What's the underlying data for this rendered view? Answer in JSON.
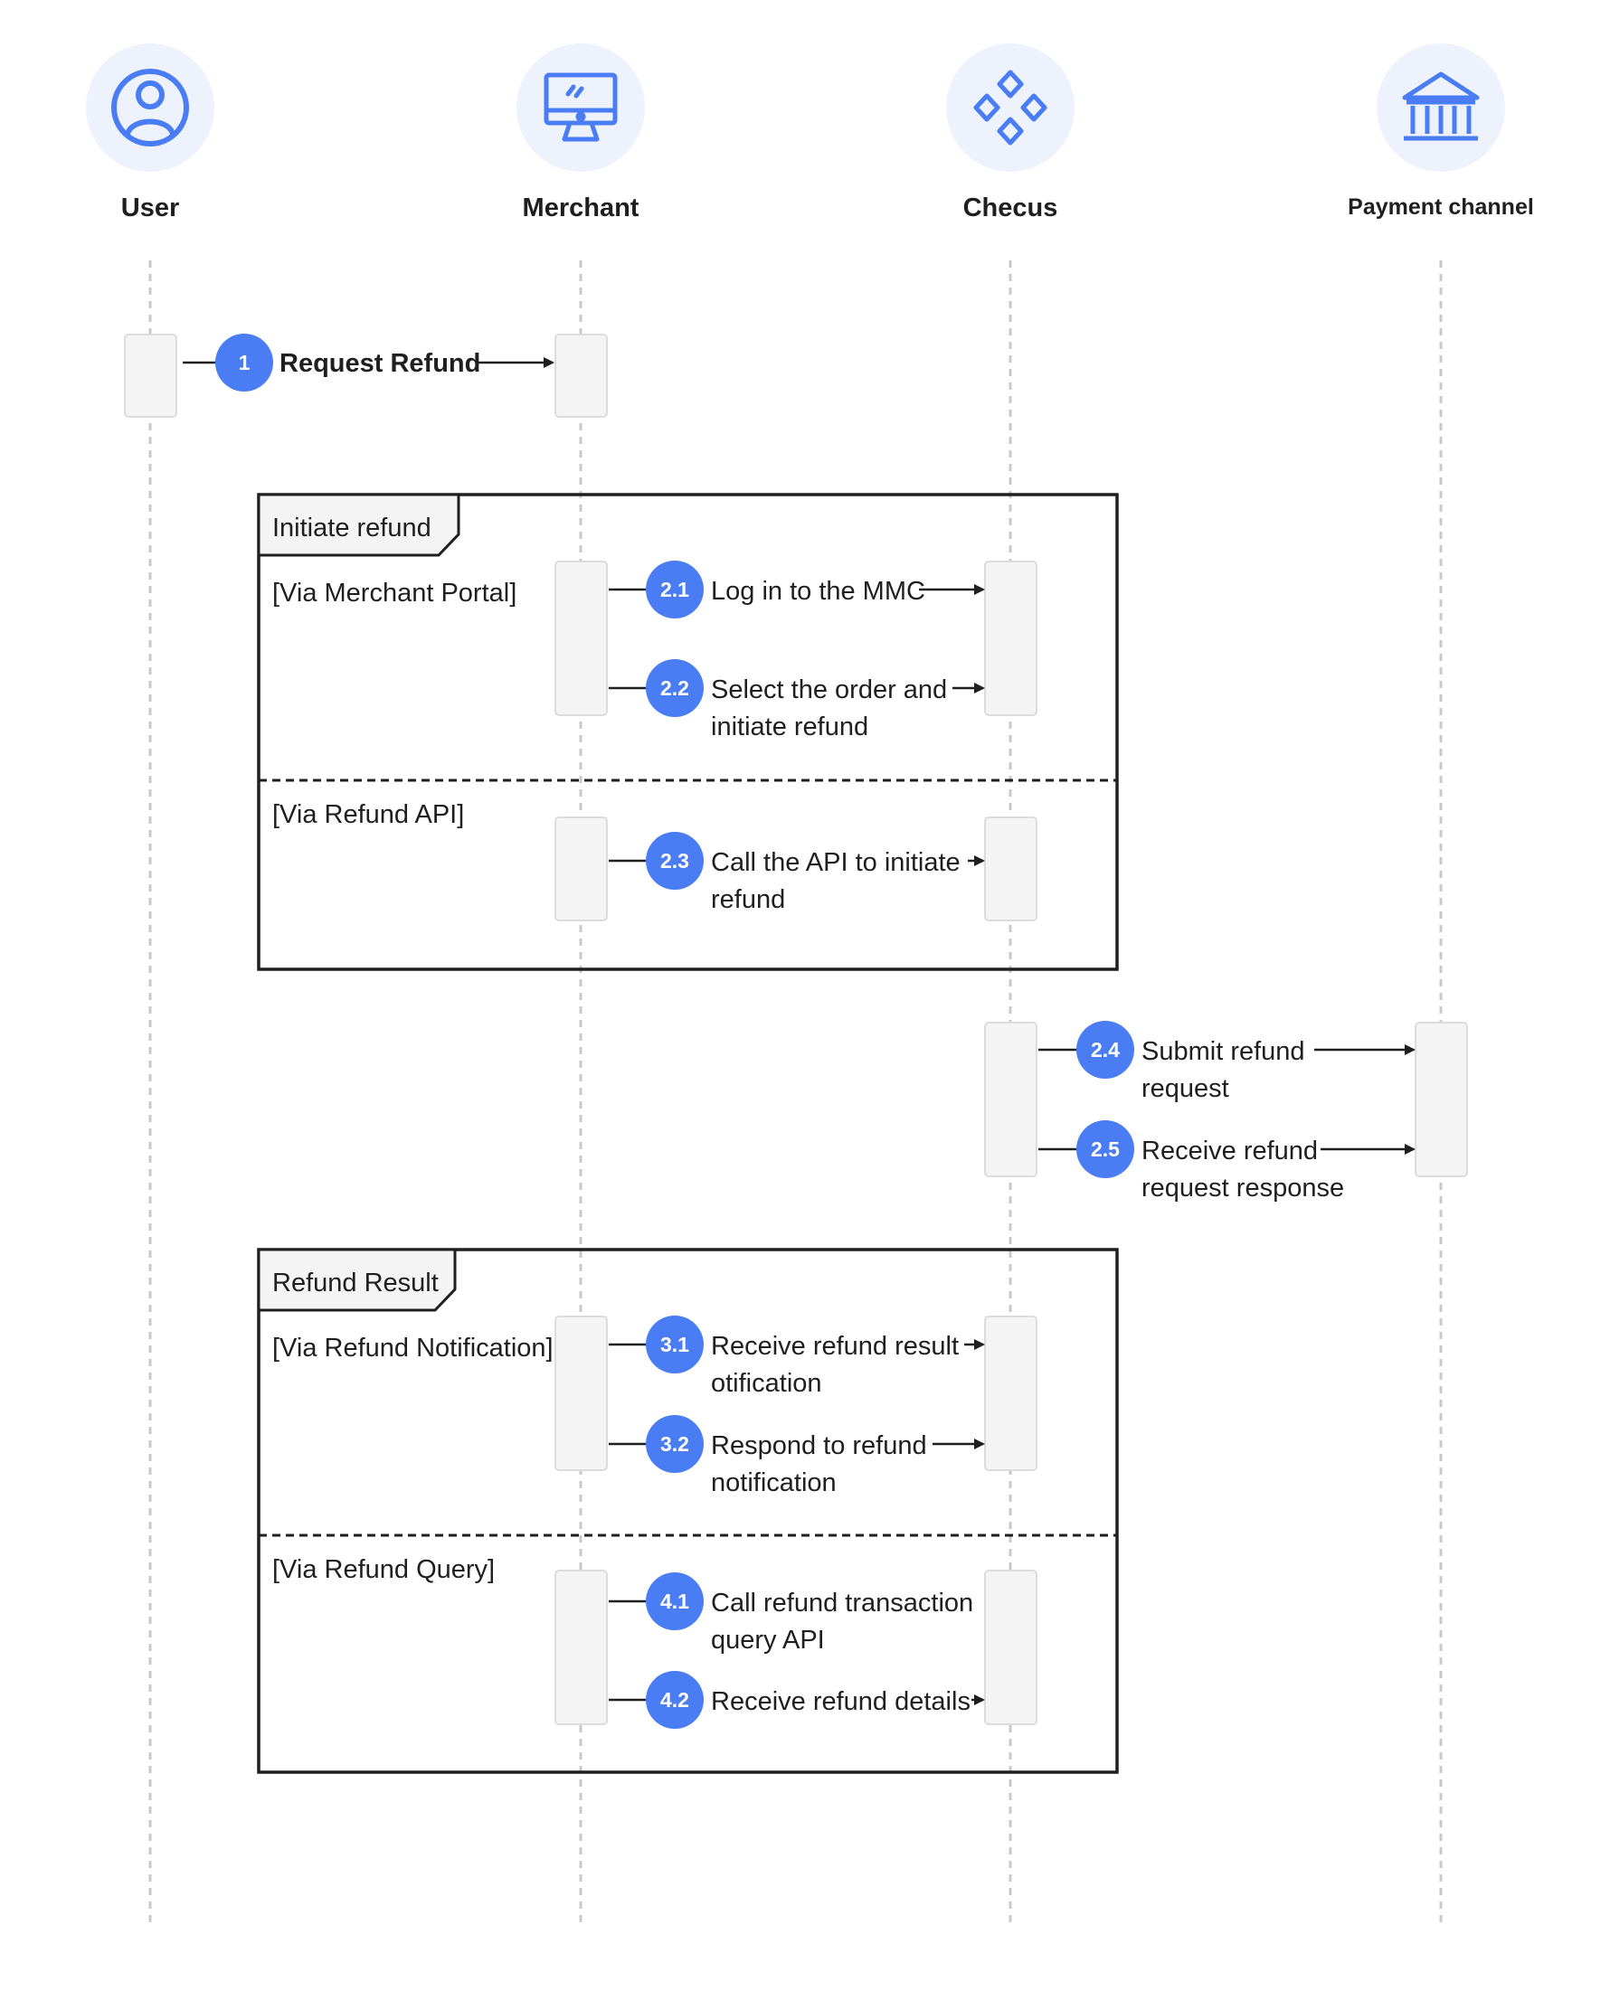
{
  "colors": {
    "accent": "#4a7cf3",
    "icon_bg": "#edf2fc",
    "activation_fill": "#f4f4f4",
    "activation_stroke": "#dcdcdc",
    "lifeline": "#c8c8c8",
    "ink": "#1f1f1f"
  },
  "actors": [
    {
      "id": "user",
      "label": "User",
      "icon": "user-icon"
    },
    {
      "id": "merchant",
      "label": "Merchant",
      "icon": "monitor-icon"
    },
    {
      "id": "checus",
      "label": "Checus",
      "icon": "diamonds-logo-icon"
    },
    {
      "id": "payment",
      "label": "Payment channel",
      "icon": "bank-icon"
    }
  ],
  "frames": [
    {
      "id": "initiate",
      "label": "Initiate refund",
      "sections": [
        {
          "guard": "[Via Merchant Portal]"
        },
        {
          "guard": "[Via Refund API]"
        }
      ]
    },
    {
      "id": "result",
      "label": "Refund Result",
      "sections": [
        {
          "guard": "[Via Refund Notification]"
        },
        {
          "guard": "[Via Refund Query]"
        }
      ]
    }
  ],
  "messages": [
    {
      "step": "1",
      "from": "user",
      "to": "merchant",
      "lines": [
        "Request Refund"
      ],
      "bold": true
    },
    {
      "step": "2.1",
      "from": "merchant",
      "to": "checus",
      "lines": [
        "Log in to the MMC"
      ]
    },
    {
      "step": "2.2",
      "from": "merchant",
      "to": "checus",
      "lines": [
        "Select the order and",
        "initiate refund"
      ]
    },
    {
      "step": "2.3",
      "from": "merchant",
      "to": "checus",
      "lines": [
        "Call the API to initiate",
        "refund"
      ]
    },
    {
      "step": "2.4",
      "from": "checus",
      "to": "payment",
      "lines": [
        "Submit refund",
        "request"
      ]
    },
    {
      "step": "2.5",
      "from": "checus",
      "to": "payment",
      "lines": [
        "Receive refund",
        "request response"
      ]
    },
    {
      "step": "3.1",
      "from": "merchant",
      "to": "checus",
      "lines": [
        "Receive refund result",
        "otification"
      ]
    },
    {
      "step": "3.2",
      "from": "merchant",
      "to": "checus",
      "lines": [
        "Respond to refund",
        "notification"
      ]
    },
    {
      "step": "4.1",
      "from": "merchant",
      "to": "checus",
      "lines": [
        "Call refund transaction",
        "query API"
      ]
    },
    {
      "step": "4.2",
      "from": "merchant",
      "to": "checus",
      "lines": [
        "Receive refund details"
      ]
    }
  ]
}
